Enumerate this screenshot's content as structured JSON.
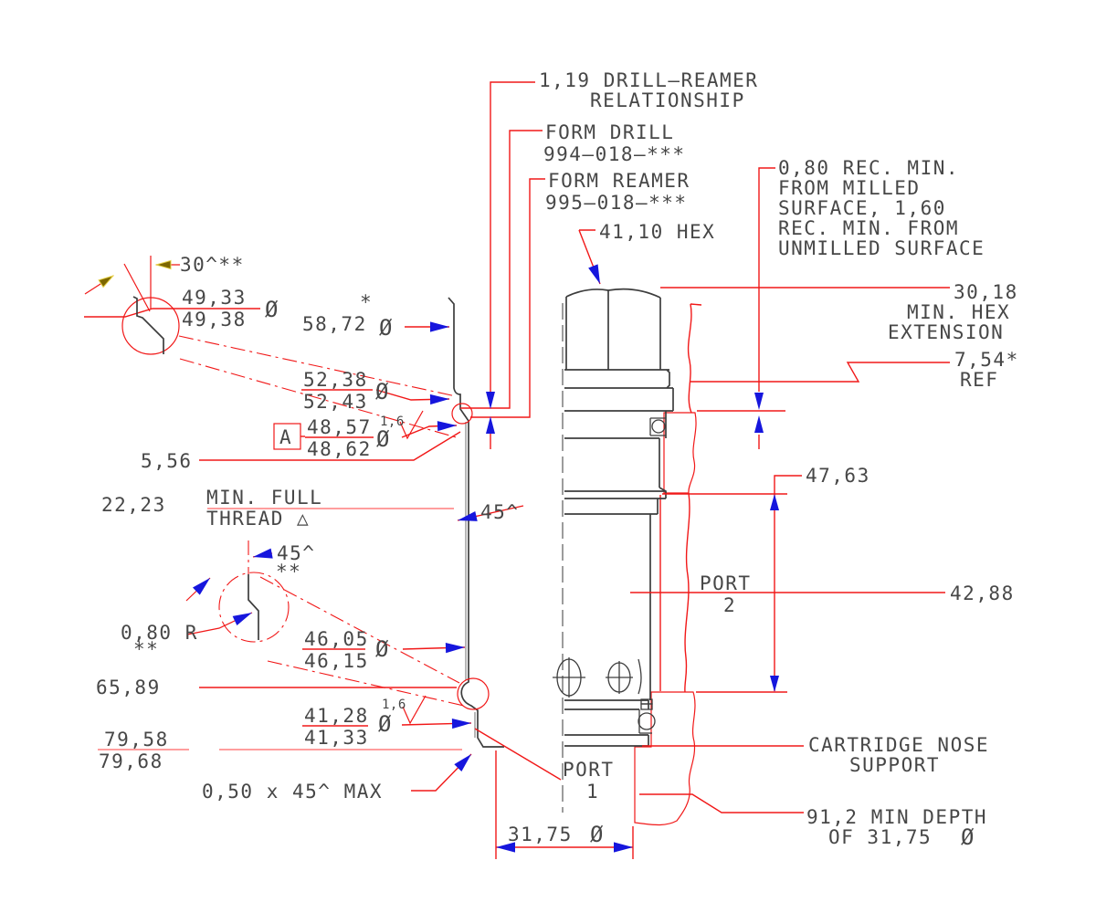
{
  "drawing": {
    "type": "cartridge-valve-cavity-section",
    "colors": {
      "dimension_red": "#f11818",
      "light_red": "#ff9191",
      "arrow_blue": "#1616dd",
      "geometry_dark": "#3d3d3d",
      "geometry_gray": "#8f8f8f",
      "angle_arrow_olive": "#7d6700",
      "text": "#474747",
      "background": "#ffffff"
    }
  },
  "t": {
    "drill_reamer_1": "1,19 DRILL—REAMER",
    "drill_reamer_2": "RELATIONSHIP",
    "form_drill_1": "FORM DRILL",
    "form_drill_2": "994–018–***",
    "form_reamer_1": "FORM REAMER",
    "form_reamer_2": "995–018–***",
    "hex": "41,10 HEX",
    "recess_1": "0,80 REC. MIN.",
    "recess_2": "FROM MILLED",
    "recess_3": "SURFACE, 1,60",
    "recess_4": "REC. MIN. FROM",
    "recess_5": "UNMILLED SURFACE",
    "hexext_1": "30,18",
    "hexext_2": "MIN. HEX",
    "hexext_3": "EXTENSION",
    "ref_1": "7,54*",
    "ref_2": "REF",
    "d4763": "47,63",
    "d4288": "42,88",
    "port2_1": "PORT",
    "port2_2": "2",
    "port1_1": "PORT",
    "port1_2": "1",
    "nose_1": "CARTRIDGE NOSE",
    "nose_2": "SUPPORT",
    "depth_1": "91,2 MIN DEPTH",
    "depth_2": "OF 31,75",
    "depth_dia": "Ø",
    "d3175": "31,75",
    "d3175_dia": "Ø",
    "a30": "30^**",
    "d49_u": "49,33",
    "d49_l": "49,38",
    "d49_dia": "Ø",
    "d58": "58,72",
    "d58_star": "*",
    "d58_dia": "Ø",
    "d52_u": "52,38",
    "d52_l": "52,43",
    "d52_dia": "Ø",
    "datum": "A",
    "d48_u": "48,57",
    "d48_l": "48,62",
    "d48_dia": "Ø",
    "d48_fin": "1,6",
    "d556": "5,56",
    "d2223": "22,23",
    "thread_1": "MIN. FULL",
    "thread_2": "THREAD △",
    "a45": "45^",
    "a45d_1": "45^",
    "a45d_2": "**",
    "r080_1": "0,80 R",
    "r080_2": "**",
    "d46_u": "46,05",
    "d46_l": "46,15",
    "d46_dia": "Ø",
    "d6589": "65,89",
    "d41_u": "41,28",
    "d41_l": "41,33",
    "d41_dia": "Ø",
    "d41_fin": "1,6",
    "d79_u": "79,58",
    "d79_l": "79,68",
    "chamfer": "0,50 x 45^ MAX"
  }
}
